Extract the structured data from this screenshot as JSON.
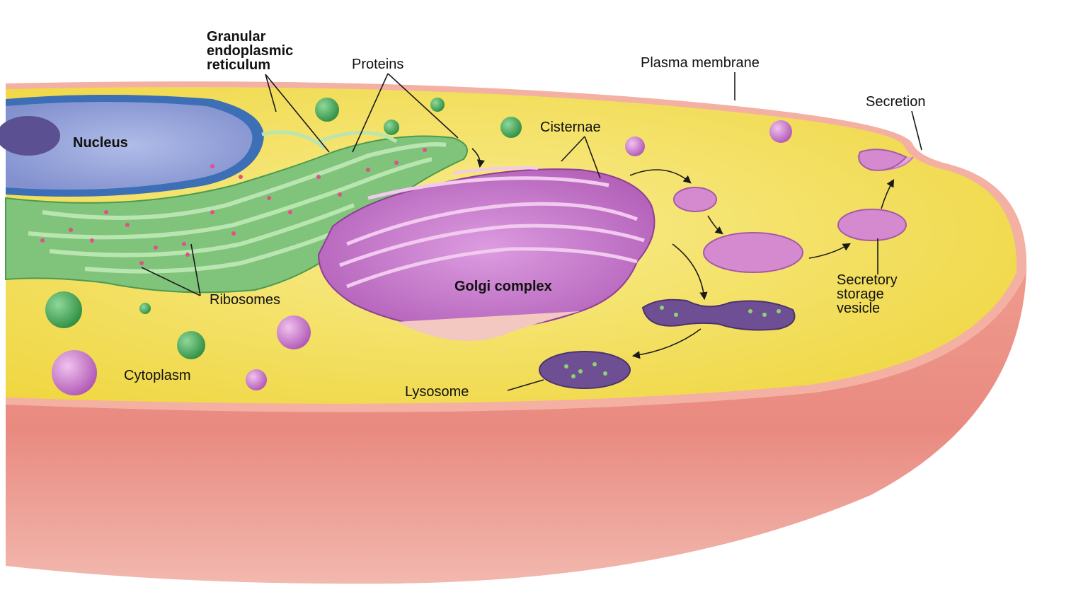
{
  "labels": {
    "granular_er": [
      "Granular",
      "endoplasmic",
      "reticulum"
    ],
    "proteins": "Proteins",
    "plasma_membrane": "Plasma membrane",
    "secretion": "Secretion",
    "nucleus": "Nucleus",
    "cisternae": "Cisternae",
    "golgi_complex": "Golgi complex",
    "ribosomes": "Ribosomes",
    "secretory_storage_vesicle": [
      "Secretory",
      "storage",
      "vesicle"
    ],
    "cytoplasm": "Cytoplasm",
    "lysosome": "Lysosome"
  },
  "colors": {
    "cytoplasm": "#f2dc4a",
    "cytoplasm_light": "#f7ec8a",
    "membrane_side": "#e9847a",
    "membrane_rim": "#f3b0a3",
    "nucleus": "#9aa8dc",
    "er": "#7fc47a",
    "golgi": "#c673c9",
    "vesicle": "#d58ad0",
    "lysosome": "#6e4f93",
    "ribosome": "#e0508a",
    "granule_green": "#4fae5e"
  }
}
